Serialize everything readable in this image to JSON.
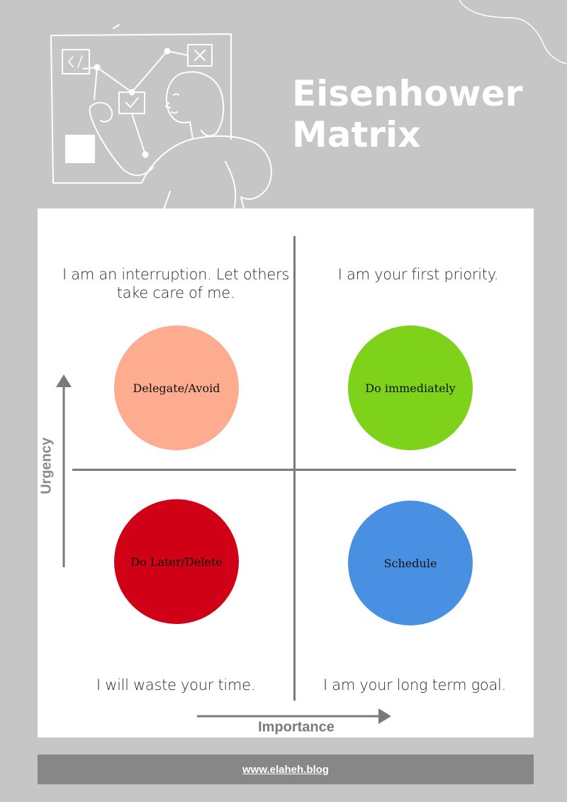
{
  "title": {
    "line1": "Eisenhower",
    "line2": "Matrix"
  },
  "quadrants": {
    "top_left": {
      "note": "I am an interruption. Let others take care of me.",
      "label": "Delegate/Avoid",
      "color": "#fdac90"
    },
    "top_right": {
      "note": "I am your first priority.",
      "label": "Do immediately",
      "color": "#7ed21a"
    },
    "bottom_left": {
      "note": "I will waste your time.",
      "label": "Do Later/Delete",
      "color": "#d00016"
    },
    "bottom_right": {
      "note": "I am your long term goal.",
      "label": "Schedule",
      "color": "#4a90e2"
    }
  },
  "axes": {
    "y_label": "Urgency",
    "x_label": "Importance"
  },
  "footer": {
    "link": "www.elaheh.blog"
  },
  "icons": [
    "code-icon",
    "close-icon",
    "check-icon",
    "woman-illustration"
  ]
}
